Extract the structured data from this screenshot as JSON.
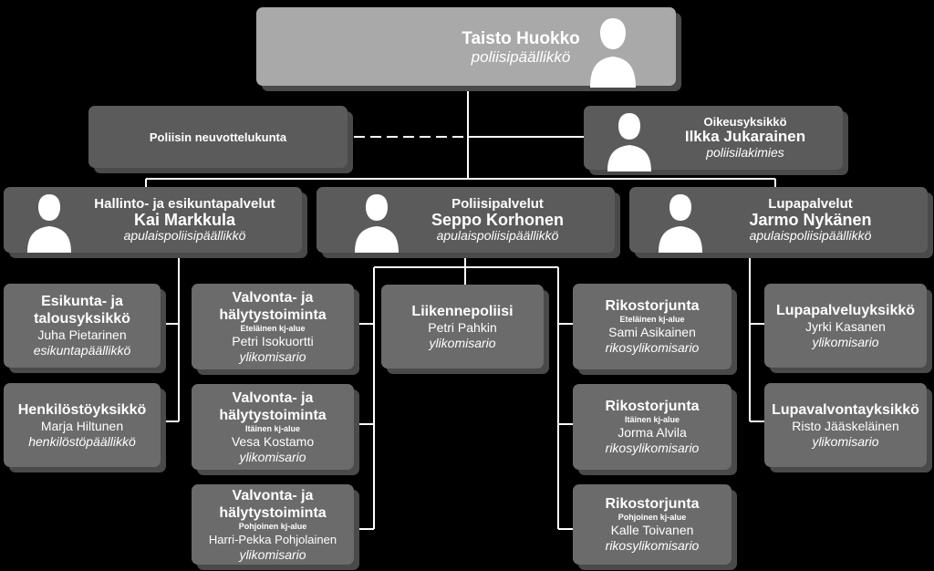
{
  "chief": {
    "name": "Taisto Huokko",
    "title": "poliisipäällikkö"
  },
  "advisory": {
    "label": "Poliisin neuvottelukunta"
  },
  "legal": {
    "unit": "Oikeusyksikkö",
    "name": "Ilkka Jukarainen",
    "title": "poliisilakimies"
  },
  "divisions": [
    {
      "unit": "Hallinto- ja esikuntapalvelut",
      "name": "Kai Markkula",
      "title": "apulaispoliisipäällikkö"
    },
    {
      "unit": "Poliisipalvelut",
      "name": "Seppo Korhonen",
      "title": "apulaispoliisipäällikkö"
    },
    {
      "unit": "Lupapalvelut",
      "name": "Jarmo Nykänen",
      "title": "apulaispoliisipäällikkö"
    }
  ],
  "admin_units": [
    {
      "unit_l1": "Esikunta- ja",
      "unit_l2": "talousyksikkö",
      "name": "Juha Pietarinen",
      "title": "esikuntapäällikkö"
    },
    {
      "unit": "Henkilöstöyksikkö",
      "name": "Marja Hiltunen",
      "title": "henkilöstöpäällikkö"
    }
  ],
  "patrol_units": [
    {
      "unit_l1": "Valvonta- ja",
      "unit_l2": "hälytystoiminta",
      "area": "Eteläinen kj-alue",
      "name": "Petri Isokuortti",
      "title": "ylikomisario"
    },
    {
      "unit_l1": "Valvonta- ja",
      "unit_l2": "hälytystoiminta",
      "area": "Itäinen kj-alue",
      "name": "Vesa Kostamo",
      "title": "ylikomisario"
    },
    {
      "unit_l1": "Valvonta- ja",
      "unit_l2": "hälytystoiminta",
      "area": "Pohjoinen kj-alue",
      "name": "Harri-Pekka Pohjolainen",
      "title": "ylikomisario"
    }
  ],
  "traffic_unit": {
    "unit": "Liikennepoliisi",
    "name": "Petri Pahkin",
    "title": "ylikomisario"
  },
  "crime_units": [
    {
      "unit": "Rikostorjunta",
      "area": "Eteläinen kj-alue",
      "name": "Sami Asikainen",
      "title": "rikosylikomisario"
    },
    {
      "unit": "Rikostorjunta",
      "area": "Itäinen kj-alue",
      "name": "Jorma Alvila",
      "title": "rikosylikomisario"
    },
    {
      "unit": "Rikostorjunta",
      "area": "Pohjoinen kj-alue",
      "name": "Kalle Toivanen",
      "title": "rikosylikomisario"
    }
  ],
  "permit_units": [
    {
      "unit": "Lupapalveluyksikkö",
      "name": "Jyrki Kasanen",
      "title": "ylikomisario"
    },
    {
      "unit": "Lupavalvontayksikkö",
      "name": "Risto Jääskeläinen",
      "title": "ylikomisario"
    }
  ],
  "colors": {
    "background": "#000000",
    "line": "#ffffff",
    "box_dark": "#5b5b5b",
    "box_light": "#a9a9a9",
    "shadow": "#4a4a4a"
  },
  "icons": [
    "person-silhouette-icon"
  ]
}
